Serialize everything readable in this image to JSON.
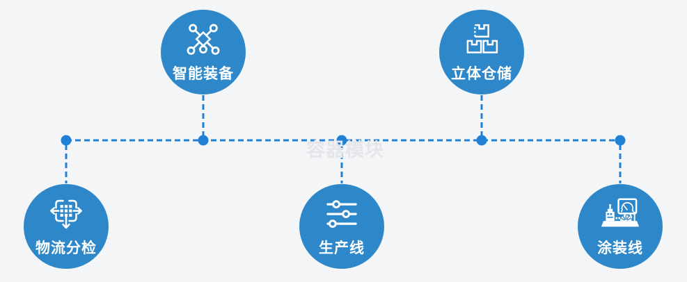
{
  "colors": {
    "background": "#f4f5f7",
    "node_fill": "#2d87c8",
    "connector": "#1f80d5",
    "label": "#ffffff",
    "watermark": "#e5e6e9"
  },
  "watermark": {
    "text": "容器模块"
  },
  "nodes": [
    {
      "id": "smart-equipment",
      "label": "智能装备",
      "icon": "network-molecule-icon",
      "row": "top"
    },
    {
      "id": "stereo-warehouse",
      "label": "立体仓储",
      "icon": "stacked-boxes-icon",
      "row": "top"
    },
    {
      "id": "logistics-sorting",
      "label": "物流分检",
      "icon": "distribute-arrows-icon",
      "row": "bottom"
    },
    {
      "id": "production-line",
      "label": "生产线",
      "icon": "sliders-icon",
      "row": "bottom"
    },
    {
      "id": "coating-line",
      "label": "涂装线",
      "icon": "control-station-icon",
      "row": "bottom"
    }
  ]
}
